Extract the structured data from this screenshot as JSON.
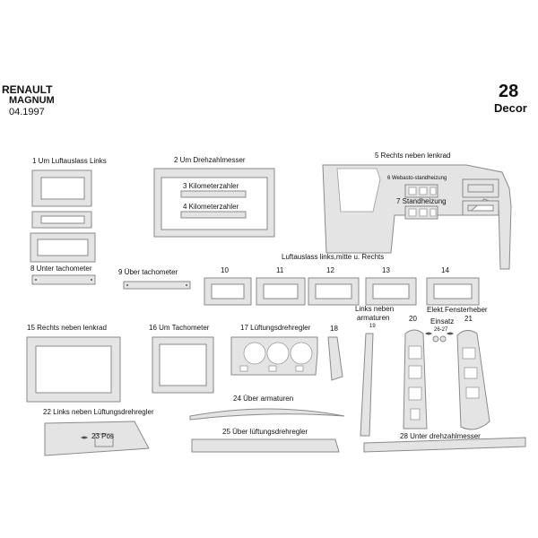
{
  "header": {
    "brand": "RENAULT",
    "model": "MAGNUM",
    "date": "04.1997",
    "count": "28",
    "kind": "Decor"
  },
  "labels": {
    "l1": "1 Um Luftauslass Links",
    "l2": "2  Um Drehzahlmesser",
    "l3": "3  Kilometerzahler",
    "l4": "4  Kilometerzahler",
    "l5": "5  Rechts neben lenkrad",
    "l6": "6 Webasto-standheizung",
    "l7": "7  Standheizung",
    "l8": "8  Unter tachometer",
    "l9": "9  Über tachometer",
    "luft": "Luftauslass links,mitte u. Rechts",
    "n10": "10",
    "n11": "11",
    "n12": "12",
    "n13": "13",
    "n14": "14",
    "l15": "15  Rechts neben lenkrad",
    "l16": "16  Um Tachometer",
    "l17": "17  Lüftungsdrehregler",
    "n18": "18",
    "l19a": "Links neben",
    "l19b": "armaturen",
    "n19": "19",
    "n20": "20",
    "elekt": "Elekt.Fensterheber",
    "einsatz": "Einsatz",
    "n2627": "26-27",
    "n21": "21",
    "l22": "22 Links neben Lüftungsdrehregler",
    "l23": "23 Pos",
    "l24": "24  Über armaturen",
    "l25": "25  Über lüftungsdrehregler",
    "l28": "28 Unter drehzahlmesser"
  },
  "colors": {
    "part_fill": "#e4e4e4",
    "part_stroke": "#8a8a8a"
  }
}
